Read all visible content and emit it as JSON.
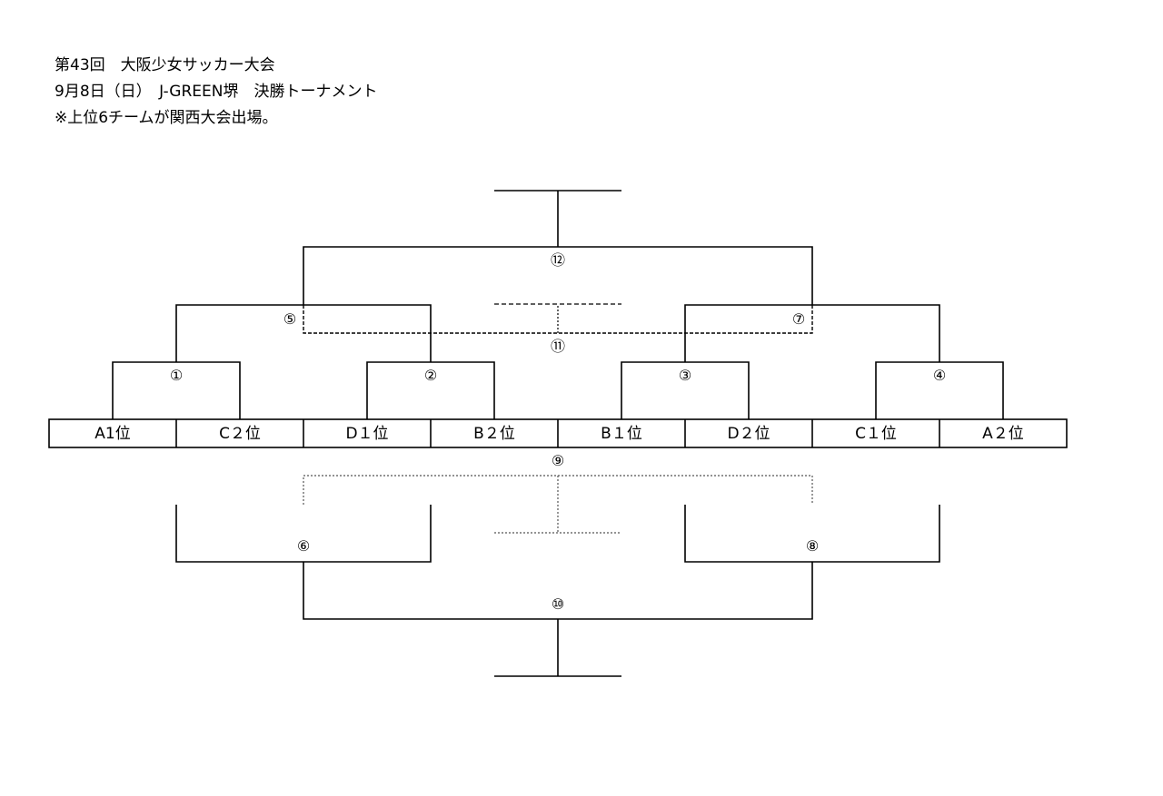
{
  "header": {
    "line1": "第43回　大阪少女サッカー大会",
    "line2": "9月8日（日）　J-GREEN堺　決勝トーナメント",
    "line3": "※上位6チームが関西大会出場。"
  },
  "teams": [
    "A1位",
    "C２位",
    "D１位",
    "B２位",
    "B１位",
    "D２位",
    "C１位",
    "A２位"
  ],
  "matches": {
    "m1": "①",
    "m2": "②",
    "m3": "③",
    "m4": "④",
    "m5": "⑤",
    "m6": "⑥",
    "m7": "⑦",
    "m8": "⑧",
    "m9": "⑨",
    "m10": "⑩",
    "m11": "⑪",
    "m12": "⑫"
  }
}
